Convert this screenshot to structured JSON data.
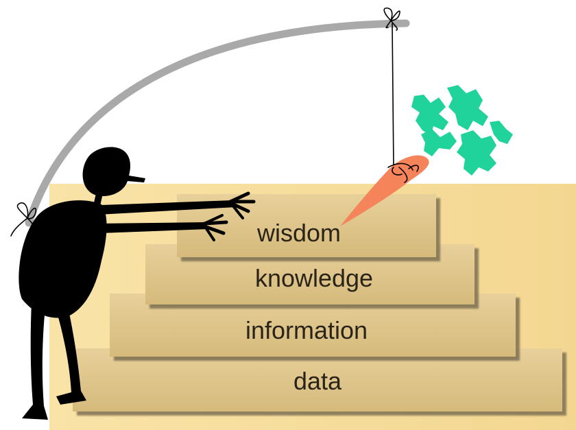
{
  "pyramid": {
    "tiers": [
      {
        "id": "wisdom",
        "label": "wisdom"
      },
      {
        "id": "knowledge",
        "label": "knowledge"
      },
      {
        "id": "information",
        "label": "information"
      },
      {
        "id": "data",
        "label": "data"
      }
    ]
  },
  "colors": {
    "background_panel": "#f6dc98",
    "tier_face": "#dcc286",
    "tier_shadow": "#6e6248",
    "pole": "#a9a9a9",
    "figure": "#000000",
    "carrot": "#f5845a",
    "carrot_leaves": "#1fd39a"
  },
  "icons": {
    "figure": "stick-figure-reaching-icon",
    "pole": "fishing-pole-icon",
    "carrot": "carrot-icon"
  }
}
